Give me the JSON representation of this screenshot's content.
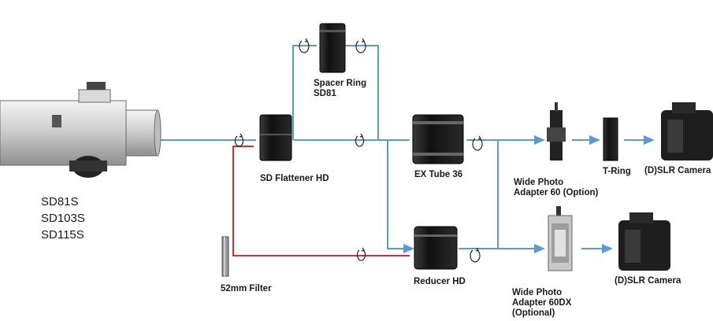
{
  "diagram": {
    "telescope_models": [
      "SD81S",
      "SD103S",
      "SD115S"
    ],
    "components": {
      "sd_flattener": "SD Flattener HD",
      "spacer_ring": [
        "Spacer Ring",
        "SD81"
      ],
      "ex_tube": "EX Tube 36",
      "reducer": "Reducer HD",
      "filter": "52mm Filter",
      "wide_photo_60": [
        "Wide Photo",
        "Adapter 60 (Option)"
      ],
      "wide_photo_60dx": [
        "Wide Photo",
        "Adapter 60DX",
        "(Optional)"
      ],
      "t_ring": "T-Ring",
      "camera_top": "(D)SLR Camera",
      "camera_bottom": "(D)SLR Camera"
    },
    "colors": {
      "optical_path": "#5b9bd5",
      "filter_path": "#d32f2f",
      "component_dark": "#1c1c1c"
    },
    "icons": [
      "rotate-icon",
      "arrow-icon",
      "telescope-icon",
      "camera-icon"
    ]
  }
}
